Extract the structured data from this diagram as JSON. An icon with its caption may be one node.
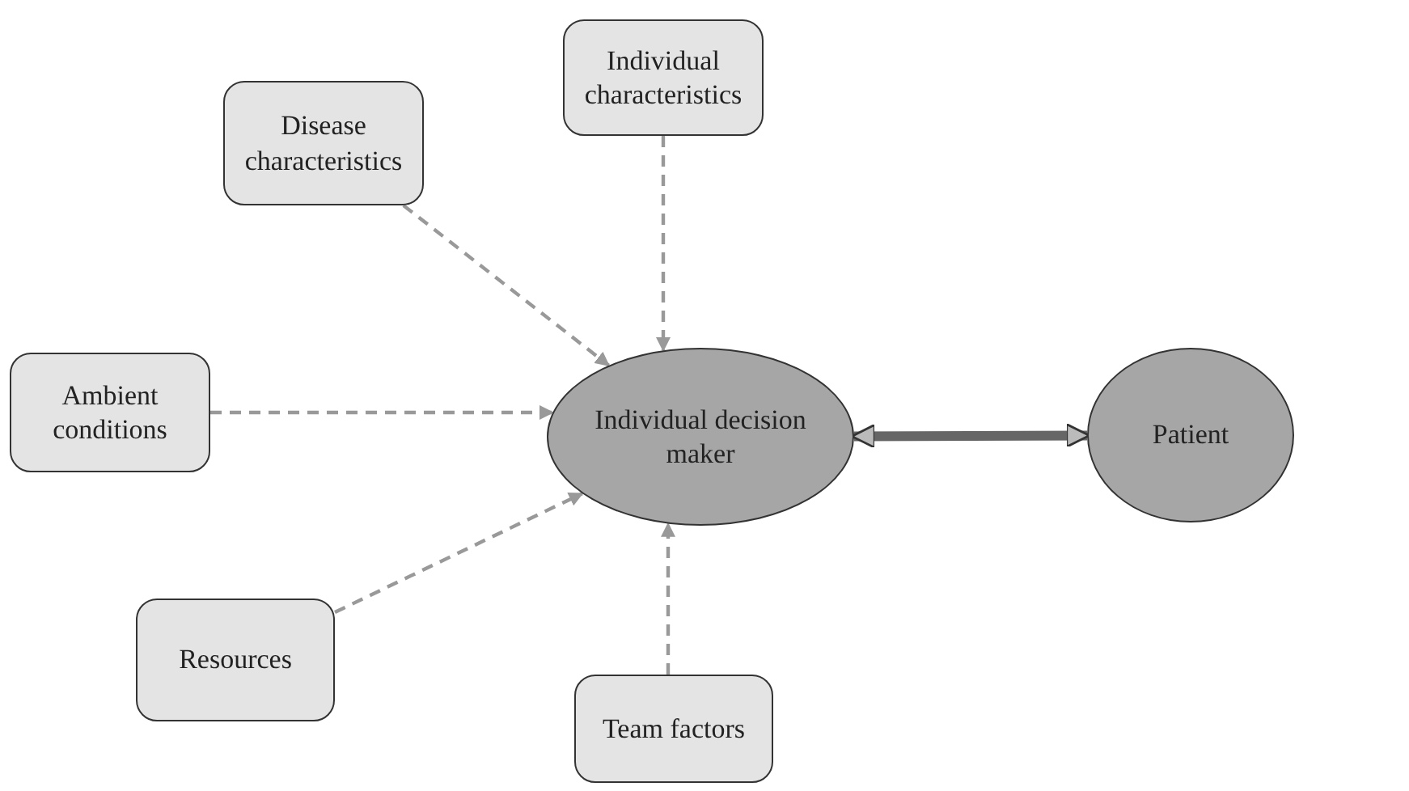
{
  "diagram": {
    "nodes": [
      {
        "text": [
          "Individual characteristics"
        ]
      },
      {
        "text": [
          "Disease characteristics"
        ]
      },
      {
        "text": [
          "Ambient conditions"
        ]
      },
      {
        "text": [
          "Individual decision maker"
        ]
      },
      {
        "text": [
          "Patient"
        ]
      },
      {
        "text": [
          "Resources"
        ]
      },
      {
        "text": [
          "Team factors"
        ]
      }
    ],
    "edges": [
      {
        "from": 1,
        "to": 3,
        "arrow": "to",
        "style": "dashed"
      },
      {
        "from": 0,
        "to": 3,
        "arrow": "to",
        "style": "dashed"
      },
      {
        "from": 2,
        "to": 3,
        "arrow": "to",
        "style": "dashed"
      },
      {
        "from": 5,
        "to": 3,
        "arrow": "to",
        "style": "dashed"
      },
      {
        "from": 6,
        "to": 3,
        "arrow": "to",
        "style": "dashed"
      },
      {
        "from": 3,
        "to": 4,
        "arrow": "both",
        "style": "thick"
      }
    ]
  }
}
